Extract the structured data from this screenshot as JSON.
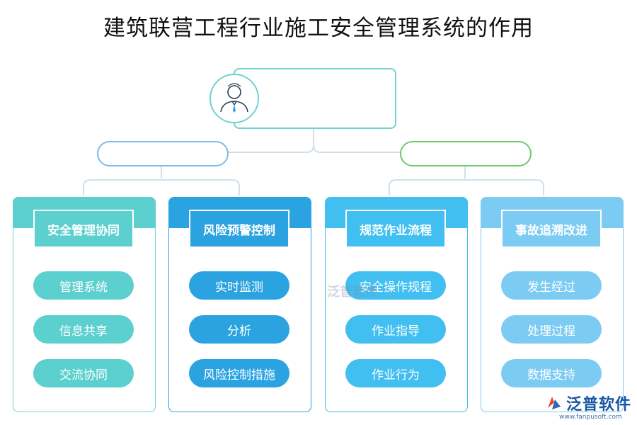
{
  "title": "建筑联营工程行业施工安全管理系统的作用",
  "root": {
    "icon": "user-icon"
  },
  "panels": [
    {
      "label": "安全管理协同",
      "items": [
        "管理系统",
        "信息共享",
        "交流协同"
      ]
    },
    {
      "label": "风险预警控制",
      "items": [
        "实时监测",
        "分析",
        "风险控制措施"
      ]
    },
    {
      "label": "规范作业流程",
      "items": [
        "安全操作规程",
        "作业指导",
        "作业行为"
      ]
    },
    {
      "label": "事故追溯改进",
      "items": [
        "发生经过",
        "处理过程",
        "数据支持"
      ]
    }
  ],
  "watermark": "泛普软件",
  "logo": {
    "text": "泛普软件",
    "url": "www.fanpusoft.com"
  },
  "colors": {
    "teal": "#5ccfcf",
    "blue": "#2aa3e0",
    "sky": "#40bff0",
    "light": "#7ccbf3",
    "green_outline": "#6cc96c"
  }
}
